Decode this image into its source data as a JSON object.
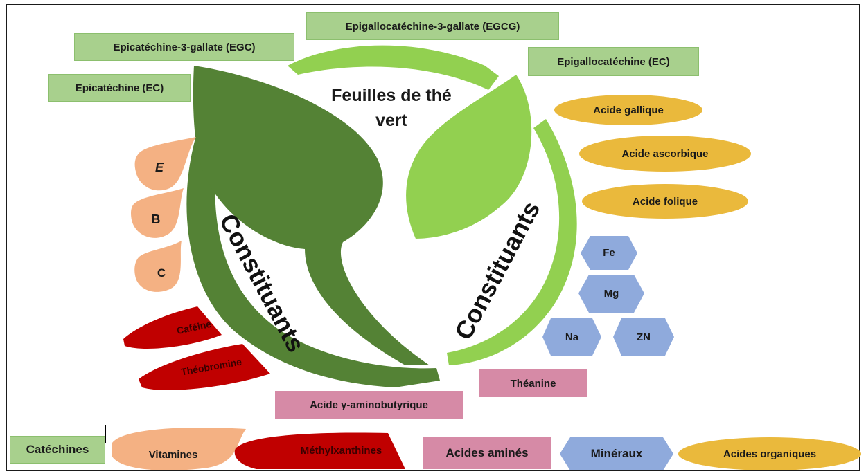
{
  "diagram": {
    "center_title": "Feuilles de thé vert",
    "center_title_line1": "Feuilles de thé",
    "center_title_line2": "vert",
    "ring_label_left": "Constituants",
    "ring_label_right": "Constituants",
    "catechins": [
      "Epicatéchine (EC)",
      "Epicatéchine-3-gallate (EGC)",
      "Epigallocatéchine-3-gallate (EGCG)",
      "Epigallocatéchine (EC)"
    ],
    "organic_acids": [
      "Acide gallique",
      "Acide ascorbique",
      "Acide folique"
    ],
    "minerals": [
      "Fe",
      "Mg",
      "Na",
      "ZN"
    ],
    "vitamins": [
      "E",
      "B",
      "C"
    ],
    "methylxanthines": [
      "Caféine",
      "Théobromine"
    ],
    "amino_acids": [
      "Théanine",
      "Acide γ-aminobutyrique"
    ],
    "legend": {
      "catechins": "Catéchines",
      "vitamins": "Vitamines",
      "methylxanthines": "Méthylxanthines",
      "amino_acids": "Acides aminés",
      "minerals": "Minéraux",
      "organic_acids": "Acides organiques"
    },
    "colors": {
      "catechins": "#a8d08d",
      "vitamins": "#f4b183",
      "methylxanthines": "#c00000",
      "amino_acids": "#d68aa6",
      "minerals": "#8faadc",
      "organic_acids": "#eab93c",
      "dark_leaf": "#548235",
      "light_leaf": "#92d050"
    }
  }
}
